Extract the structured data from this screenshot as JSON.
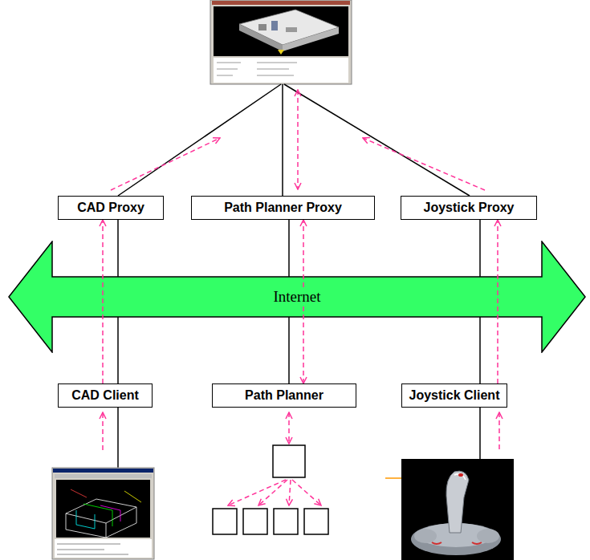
{
  "diagram": {
    "nodes": [
      {
        "text": [
          "CAD Proxy"
        ]
      },
      {
        "text": [
          "Path Planner Proxy"
        ]
      },
      {
        "text": [
          "Joystick Proxy"
        ]
      },
      {
        "text": [
          "Internet"
        ]
      },
      {
        "text": [
          "CAD Client"
        ]
      },
      {
        "text": [
          "Path Planner"
        ]
      },
      {
        "text": [
          "Joystick Client"
        ]
      }
    ],
    "edges": [
      {
        "from": 0,
        "to": 3,
        "arrow": "none"
      },
      {
        "from": 3,
        "to": 4,
        "arrow": "none"
      },
      {
        "from": 1,
        "to": 3,
        "arrow": "none"
      },
      {
        "from": 3,
        "to": 5,
        "arrow": "none"
      },
      {
        "from": 2,
        "to": 3,
        "arrow": "none"
      },
      {
        "from": 3,
        "to": 6,
        "arrow": "none"
      },
      {
        "from": 4,
        "to": 0,
        "arrow": "to"
      },
      {
        "from": 5,
        "to": 1,
        "arrow": "both"
      },
      {
        "from": 6,
        "to": 2,
        "arrow": "to"
      }
    ]
  }
}
